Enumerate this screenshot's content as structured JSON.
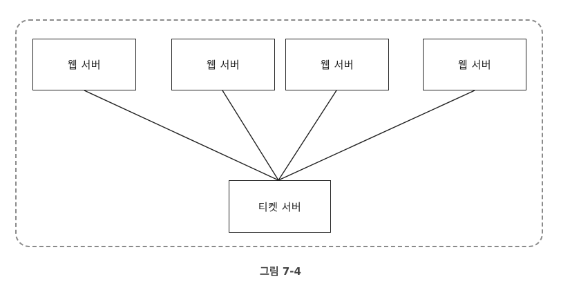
{
  "diagram": {
    "web_servers": [
      {
        "label": "웹 서버"
      },
      {
        "label": "웹 서버"
      },
      {
        "label": "웹 서버"
      },
      {
        "label": "웹 서버"
      }
    ],
    "ticket_server": {
      "label": "티켓 서버"
    },
    "edges": [
      {
        "from": "web-server-1",
        "to": "ticket-server"
      },
      {
        "from": "web-server-2",
        "to": "ticket-server"
      },
      {
        "from": "web-server-3",
        "to": "ticket-server"
      },
      {
        "from": "web-server-4",
        "to": "ticket-server"
      }
    ]
  },
  "caption": "그림 7-4"
}
